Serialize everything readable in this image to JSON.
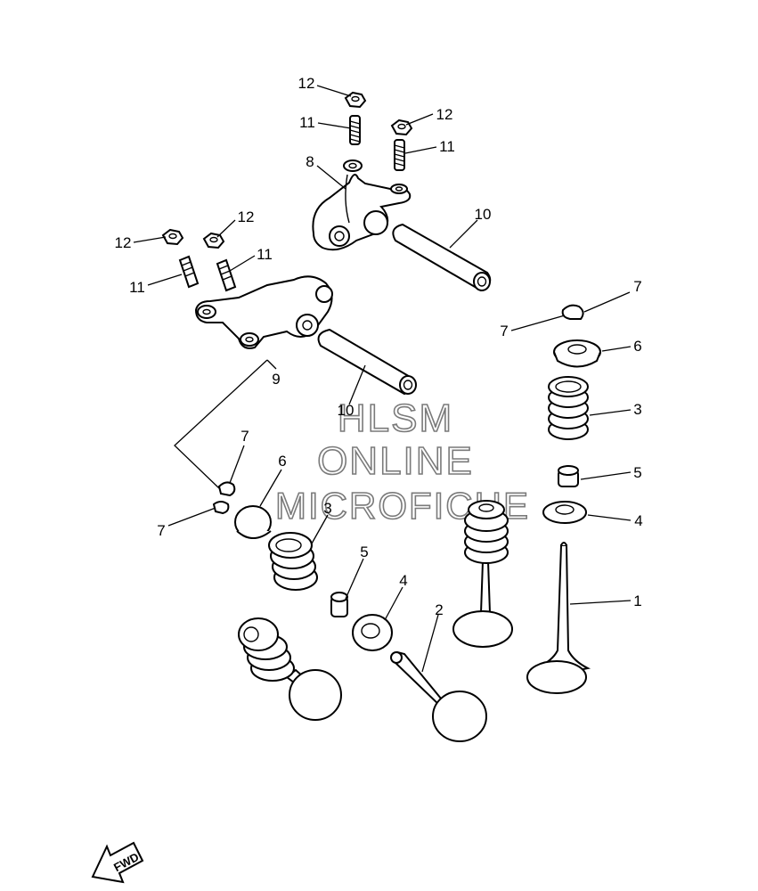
{
  "diagram": {
    "watermark": [
      "HLSM",
      "ONLINE",
      "MICROFICHE"
    ],
    "fwd_label": "FWD",
    "callouts": [
      {
        "id": "c12a",
        "label": "12"
      },
      {
        "id": "c11a",
        "label": "11"
      },
      {
        "id": "c12b",
        "label": "12"
      },
      {
        "id": "c11b",
        "label": "11"
      },
      {
        "id": "c8",
        "label": "8"
      },
      {
        "id": "c10a",
        "label": "10"
      },
      {
        "id": "c12c",
        "label": "12"
      },
      {
        "id": "c12d",
        "label": "12"
      },
      {
        "id": "c11c",
        "label": "11"
      },
      {
        "id": "c11d",
        "label": "11"
      },
      {
        "id": "c9",
        "label": "9"
      },
      {
        "id": "c10b",
        "label": "10"
      },
      {
        "id": "c7a",
        "label": "7"
      },
      {
        "id": "c7b",
        "label": "7"
      },
      {
        "id": "c6a",
        "label": "6"
      },
      {
        "id": "c3a",
        "label": "3"
      },
      {
        "id": "c5a",
        "label": "5"
      },
      {
        "id": "c4a",
        "label": "4"
      },
      {
        "id": "c1",
        "label": "1"
      },
      {
        "id": "c7c",
        "label": "7"
      },
      {
        "id": "c7d",
        "label": "7"
      },
      {
        "id": "c6b",
        "label": "6"
      },
      {
        "id": "c3b",
        "label": "3"
      },
      {
        "id": "c5b",
        "label": "5"
      },
      {
        "id": "c4b",
        "label": "4"
      },
      {
        "id": "c2",
        "label": "2"
      }
    ]
  }
}
